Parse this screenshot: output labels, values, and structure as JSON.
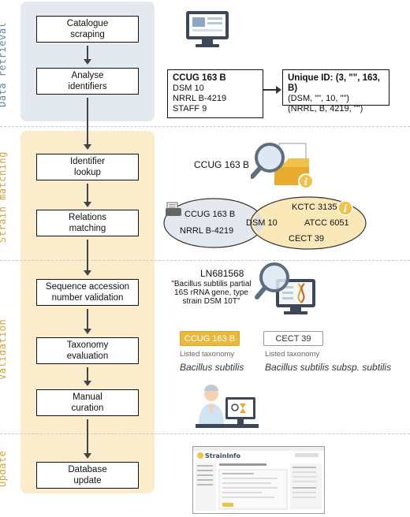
{
  "sections": {
    "data_retrieval": "Data retrieval",
    "strain_matching": "Strain matching",
    "validation": "Validation",
    "update": "Update"
  },
  "steps": {
    "catalogue": "Catalogue\nscraping",
    "analyse": "Analyse\nidentifiers",
    "lookup": "Identifier\nlookup",
    "relations": "Relations\nmatching",
    "sequence": "Sequence accession\nnumber validation",
    "taxonomy": "Taxonomy\nevaluation",
    "manual": "Manual\ncuration",
    "database": "Database\nupdate"
  },
  "identifiers": {
    "title": "CCUG 163 B",
    "lines": [
      "DSM 10",
      "NRRL B-4219",
      "STAFF 9"
    ]
  },
  "unique": {
    "title": "Unique ID: (3, \"\", 163, B)",
    "lines": [
      "(DSM, \"\", 10, \"\")",
      "(NRRL, B, 4219, \"\")"
    ]
  },
  "lookup_id": "CCUG 163 B",
  "venn": {
    "left": [
      "CCUG 163 B",
      "NRRL B-4219"
    ],
    "center": "DSM 10",
    "right": [
      "KCTC 3135",
      "ATCC 6051",
      "CECT 39"
    ]
  },
  "sequence": {
    "accession": "LN681568",
    "description": "\"Bacillus subtilis partial\n16S rRNA gene, type\nstrain DSM 10T\""
  },
  "taxonomy": {
    "left_tag": "CCUG 163 B",
    "right_tag": "CECT 39",
    "left_caption": "Listed taxonomy",
    "right_caption": "Listed taxonomy",
    "left_name": "Bacillus subtilis",
    "right_name": "Bacillus subtilis subsp. subtilis"
  },
  "colors": {
    "data_bg": "#e3e9ef",
    "strain_bg": "#fbeccb",
    "data_label": "#5f87a6",
    "strain_label": "#d6a336",
    "tag_yellow": "#e9b93d"
  }
}
